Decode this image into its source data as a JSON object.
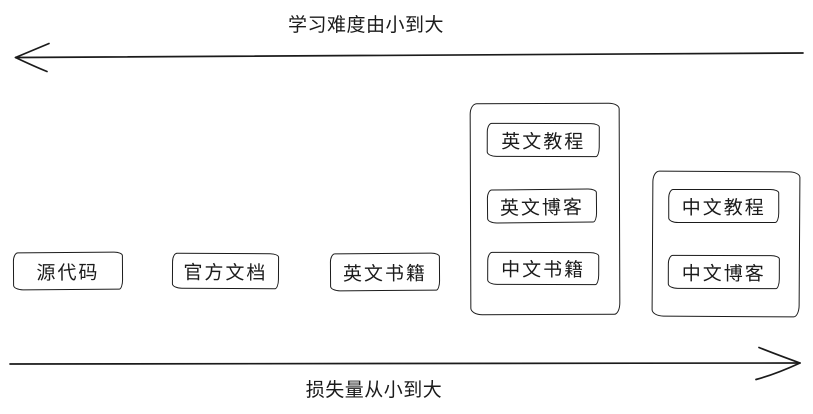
{
  "diagram": {
    "top_arrow_label": "学习难度由小到大",
    "bottom_arrow_label": "损失量从小到大",
    "standalone_boxes": [
      {
        "label": "源代码"
      },
      {
        "label": "官方文档"
      },
      {
        "label": "英文书籍"
      }
    ],
    "groups": [
      {
        "items": [
          {
            "label": "英文教程"
          },
          {
            "label": "英文博客"
          },
          {
            "label": "中文书籍"
          }
        ]
      },
      {
        "items": [
          {
            "label": "中文教程"
          },
          {
            "label": "中文博客"
          }
        ]
      }
    ],
    "colors": {
      "stroke": "#1b1b1b",
      "background": "#ffffff"
    }
  }
}
